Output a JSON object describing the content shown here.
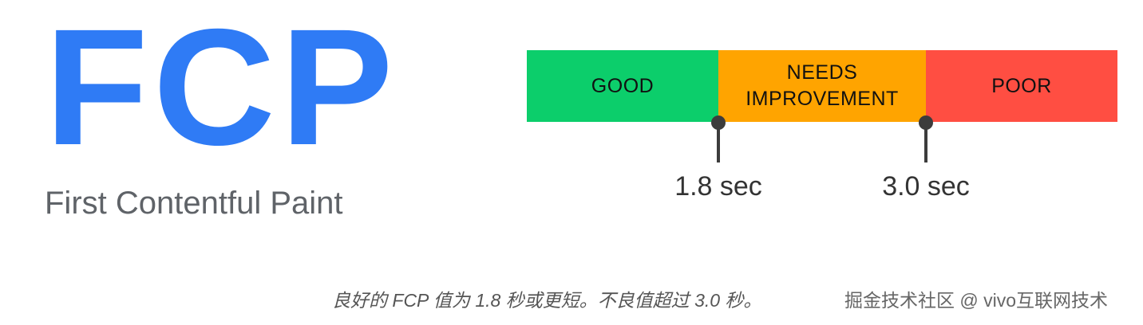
{
  "metric": {
    "acronym": "FCP",
    "full_name": "First Contentful Paint",
    "acronym_color": "#2f7bf5"
  },
  "chart_data": {
    "type": "threshold-bar",
    "title": "FCP",
    "subtitle": "First Contentful Paint",
    "unit": "sec",
    "segments": [
      {
        "label": "GOOD",
        "range": [
          0,
          1.8
        ],
        "color": "#0cce6b"
      },
      {
        "label": "NEEDS IMPROVEMENT",
        "range": [
          1.8,
          3.0
        ],
        "color": "#ffa400"
      },
      {
        "label": "POOR",
        "range": [
          3.0,
          null
        ],
        "color": "#ff4e42"
      }
    ],
    "thresholds": [
      {
        "value": 1.8,
        "label": "1.8 sec"
      },
      {
        "value": 3.0,
        "label": "3.0 sec"
      }
    ]
  },
  "bar": {
    "segments": [
      {
        "label_line1": "GOOD",
        "label_line2": "",
        "color": "#0cce6b"
      },
      {
        "label_line1": "NEEDS",
        "label_line2": "IMPROVEMENT",
        "color": "#ffa400"
      },
      {
        "label_line1": "POOR",
        "label_line2": "",
        "color": "#ff4e42"
      }
    ],
    "marker_color": "#3c3c3c",
    "thresholds": [
      {
        "label": "1.8 sec"
      },
      {
        "label": "3.0 sec"
      }
    ]
  },
  "caption": "良好的 FCP 值为 1.8 秒或更短。不良值超过 3.0 秒。",
  "watermark": "掘金技术社区 @ vivo互联网技术"
}
